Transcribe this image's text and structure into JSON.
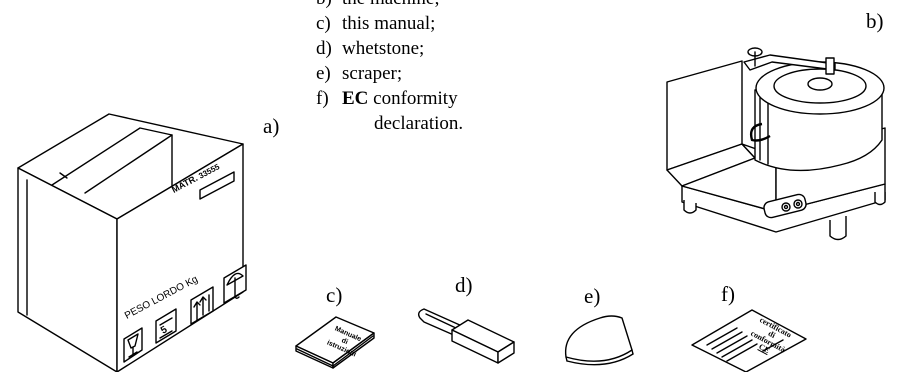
{
  "contents_list": {
    "items": [
      {
        "key": "b)",
        "text": "the machine;"
      },
      {
        "key": "c)",
        "text": "this manual;"
      },
      {
        "key": "d)",
        "text": "whetstone;"
      },
      {
        "key": "e)",
        "text": "scraper;"
      },
      {
        "key": "f)",
        "bold": "EC",
        "text": " conformity"
      }
    ],
    "continuation": "declaration."
  },
  "labels": {
    "a": "a)",
    "b": "b)",
    "c": "c)",
    "d": "d)",
    "e": "e)",
    "f": "f)"
  },
  "box": {
    "serial_label": "MATR.",
    "serial_value": "33555",
    "weight_text": "PESO LORDO Kg"
  },
  "manual_book": {
    "line1": "Manuale",
    "line2": "di",
    "line3": "istruzioni"
  },
  "certificate": {
    "line1": "certificato",
    "line2": "di",
    "line3": "conformità",
    "line4": "CE"
  }
}
